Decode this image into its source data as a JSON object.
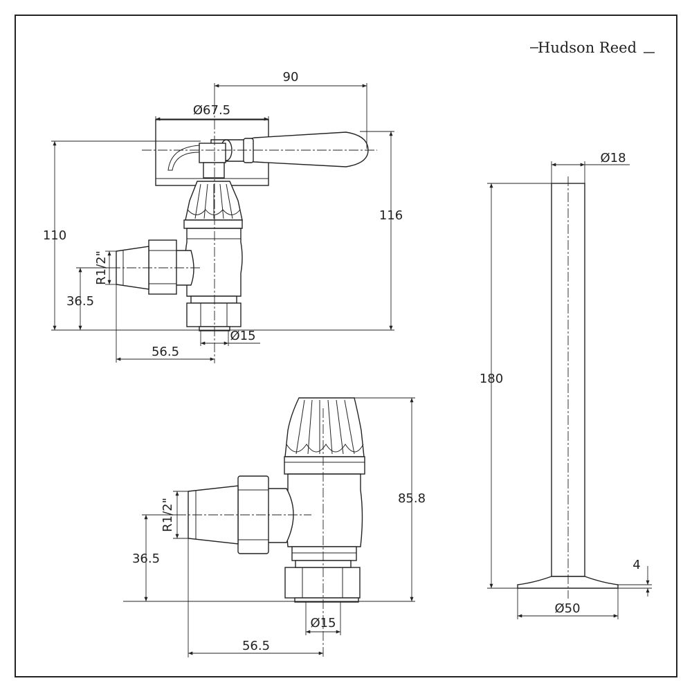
{
  "brand": {
    "name": "Hudson Reed"
  },
  "top_view": {
    "width": "90",
    "handle_diameter": "Ø67.5",
    "height_left": "110",
    "height_right": "116",
    "thread": "R1/2\"",
    "inlet_height": "36.5",
    "pipe_diameter": "Ø15",
    "inlet_offset": "56.5"
  },
  "bottom_view": {
    "height": "85.8",
    "thread": "R1/2\"",
    "inlet_height": "36.5",
    "pipe_diameter": "Ø15",
    "inlet_offset": "56.5"
  },
  "shroud_view": {
    "tube_diameter": "Ø18",
    "height": "180",
    "base_thickness": "4",
    "base_diameter": "Ø50"
  }
}
